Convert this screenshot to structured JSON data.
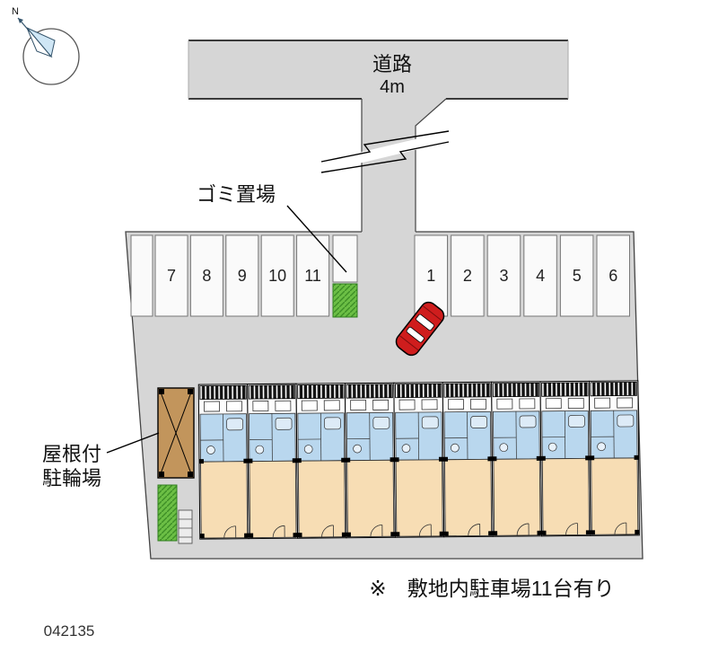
{
  "compass": {
    "north_label": "N"
  },
  "road": {
    "label": "道路",
    "width_label": "4m"
  },
  "garbage": {
    "label": "ゴミ置場"
  },
  "parking": {
    "left_numbers": [
      "7",
      "8",
      "9",
      "10",
      "11"
    ],
    "right_numbers": [
      "1",
      "2",
      "3",
      "4",
      "5",
      "6"
    ]
  },
  "bicycle": {
    "label_line1": "屋根付",
    "label_line2": "駐輪場"
  },
  "footer": {
    "note": "※　敷地内駐車場11台有り",
    "plan_number": "042135"
  },
  "colors": {
    "site_gray": "#d6d6d6",
    "stall_white": "#fafafa",
    "green": "#6cbf45",
    "green_hatch": "#3e8f27",
    "building_blue": "#b9d7ee",
    "building_tan": "#f7ddb4",
    "car_red": "#cf1d1d",
    "bike_brown": "#c2955c"
  }
}
